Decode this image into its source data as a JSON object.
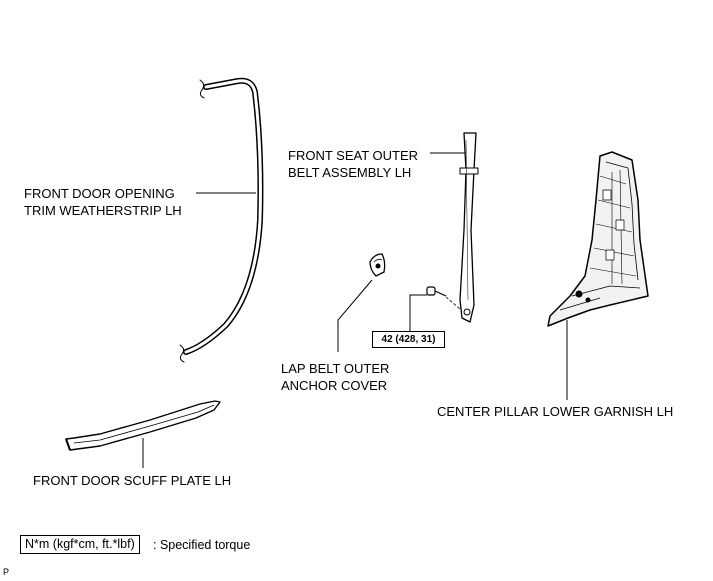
{
  "labels": {
    "weatherstrip_line1": "FRONT DOOR OPENING",
    "weatherstrip_line2": "TRIM WEATHERSTRIP LH",
    "seat_belt_line1": "FRONT SEAT OUTER",
    "seat_belt_line2": "BELT ASSEMBLY LH",
    "anchor_cover_line1": "LAP BELT OUTER",
    "anchor_cover_line2": "ANCHOR COVER",
    "pillar_garnish": "CENTER PILLAR LOWER GARNISH LH",
    "scuff_plate": "FRONT DOOR SCUFF PLATE LH"
  },
  "torque": {
    "value": "42 (428, 31)"
  },
  "legend": {
    "unit": "N*m (kgf*cm, ft.*lbf)",
    "description": ": Specified torque"
  },
  "figure_code": "P"
}
